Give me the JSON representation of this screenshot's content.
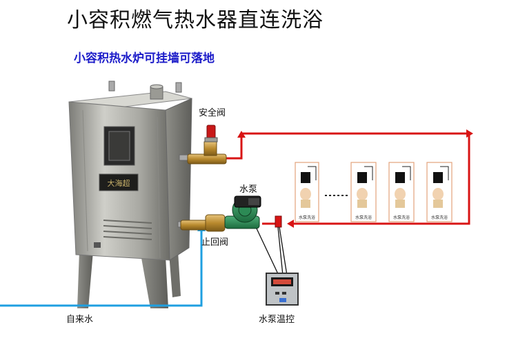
{
  "title": "小容积燃气热水器直连洗浴",
  "subtitle": "小容积热水炉可挂墙可落地",
  "labels": {
    "safety_valve": "安全阀",
    "pump": "水泵",
    "check_valve": "止回阀",
    "tap_water": "自来水",
    "pump_thermostat": "水泵温控"
  },
  "heater_logo": "大海超",
  "shower_label": "水泵洗浴",
  "colors": {
    "hot_pipe": "#d81414",
    "cold_pipe": "#1e9fe0",
    "title": "#111111",
    "subtitle": "#1c1cc9"
  }
}
